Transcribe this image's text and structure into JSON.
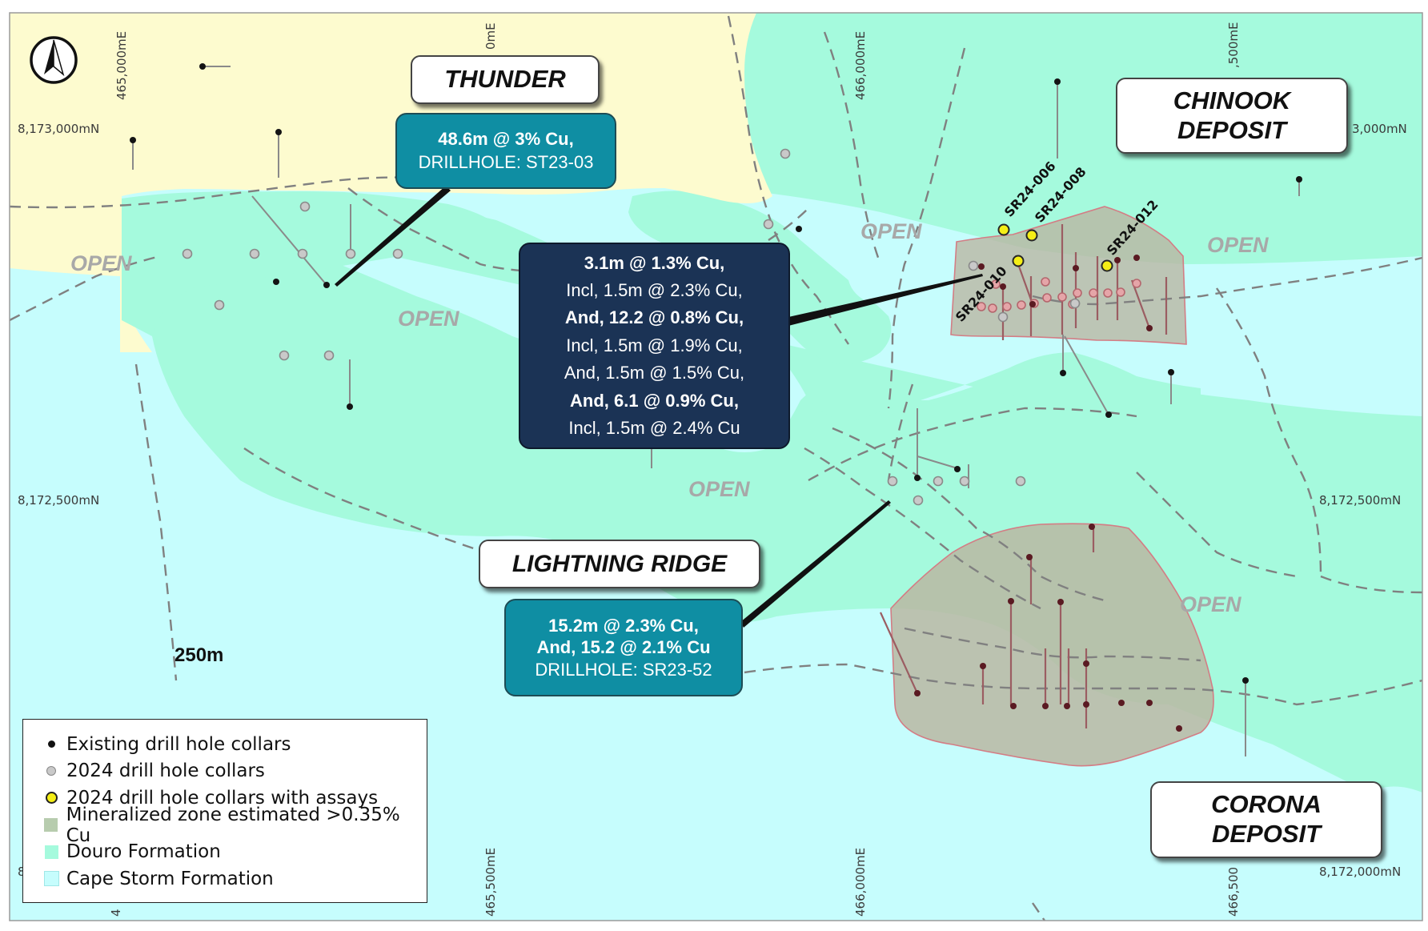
{
  "colors": {
    "cape_storm": "#c6fdfd",
    "douro": "#a5fadd",
    "thunder_area": "#fdfbcf",
    "mineralized_fill": "#b9b7a2",
    "mineralized_edge": "#d37d85",
    "callout_teal": "#0f8ea3",
    "callout_navy": "#1b3355",
    "assay_yellow": "#f4ee16"
  },
  "icons": {
    "north_arrow": "north-arrow-icon"
  },
  "coordinates": {
    "top_465000": "465,000mE",
    "top_465500": "0mE",
    "top_466000": "466,000mE",
    "top_466500": ",500mE",
    "left_8173000": "8,173,000mN",
    "right_8173000": "3,000mN",
    "left_8172500": "8,172,500mN",
    "right_8172500": "8,172,500mN",
    "bottom_465500": "465,500mE",
    "bottom_466000": "466,000mE",
    "bottom_466500": "466,500",
    "right_8172000": "8,172,000mN",
    "left_bottom_fragment_1": "8",
    "left_bottom_fragment_2": "4"
  },
  "scale_label": "250m",
  "open_label": "OPEN",
  "deposits": {
    "thunder": "THUNDER",
    "chinook_line1": "CHINOOK",
    "chinook_line2": "DEPOSIT",
    "lightning": "LIGHTNING RIDGE",
    "corona_line1": "CORONA",
    "corona_line2": "DEPOSIT"
  },
  "callouts": {
    "thunder": {
      "line1": "48.6m @ 3% Cu,",
      "line2": "DRILLHOLE: ST23-03"
    },
    "chinook": {
      "lines": [
        "3.1m @ 1.3% Cu,",
        "Incl, 1.5m @ 2.3% Cu,",
        "And, 12.2 @ 0.8% Cu,",
        "Incl, 1.5m @ 1.9% Cu,",
        "And, 1.5m @ 1.5% Cu,",
        "And, 6.1 @ 0.9% Cu,",
        "Incl, 1.5m @ 2.4% Cu"
      ]
    },
    "lightning": {
      "line1": "15.2m @ 2.3% Cu,",
      "line2": "And, 15.2 @ 2.1% Cu",
      "line3": "DRILLHOLE: SR23-52"
    }
  },
  "hole_labels": [
    "SR24-006",
    "SR24-008",
    "SR24-012",
    "SR24-010"
  ],
  "legend": {
    "items": [
      "Existing drill hole collars",
      "2024 drill hole collars",
      "2024 drill hole collars with assays",
      "Mineralized zone estimated >0.35% Cu",
      "Douro Formation",
      "Cape Storm Formation"
    ]
  }
}
